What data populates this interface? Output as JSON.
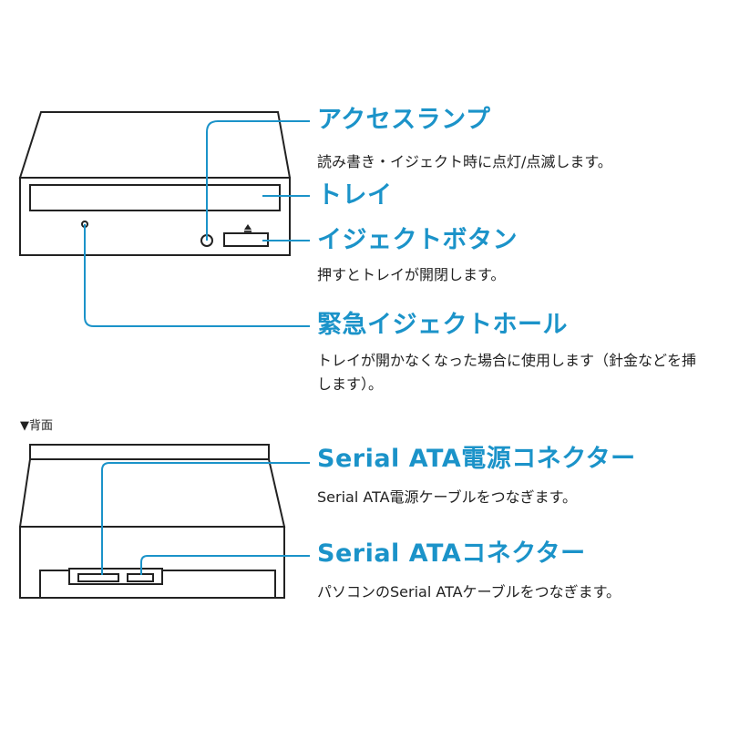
{
  "front": {
    "labels": [
      {
        "title": "アクセスランプ",
        "desc": "読み書き・イジェクト時に点灯/点滅します。"
      },
      {
        "title": "トレイ",
        "desc": ""
      },
      {
        "title": "イジェクトボタン",
        "desc": "押すとトレイが開閉します。"
      },
      {
        "title": "緊急イジェクトホール",
        "desc": "トレイが開かなくなった場合に使用します（針金などを挿します）。"
      }
    ]
  },
  "rear": {
    "section_label": "▼背面",
    "labels": [
      {
        "title": "Serial ATA電源コネクター",
        "desc": "Serial ATA電源ケーブルをつなぎます。"
      },
      {
        "title": "Serial ATAコネクター",
        "desc": "パソコンのSerial ATAケーブルをつなぎます。"
      }
    ]
  },
  "colors": {
    "accent": "#1b93c9",
    "line": "#1b93c9",
    "drive_stroke": "#222222"
  },
  "icons": [
    "eject-icon"
  ]
}
